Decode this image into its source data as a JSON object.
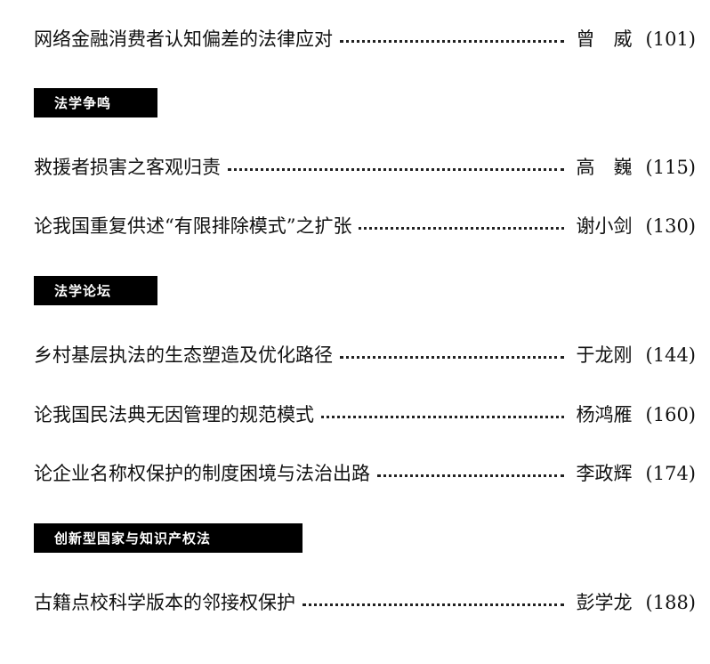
{
  "sections": [
    {
      "label": "法学争鸣"
    },
    {
      "label": "法学论坛"
    },
    {
      "label": "创新型国家与知识产权法"
    }
  ],
  "entries": [
    {
      "title": "网络金融消费者认知偏差的法律应对",
      "author": "曾　威",
      "page": "(101)"
    },
    {
      "title": "救援者损害之客观归责",
      "author": "高　巍",
      "page": "(115)"
    },
    {
      "title": "论我国重复供述“有限排除模式”之扩张",
      "author": "谢小剑",
      "page": "(130)"
    },
    {
      "title": "乡村基层执法的生态塑造及优化路径",
      "author": "于龙刚",
      "page": "(144)"
    },
    {
      "title": "论我国民法典无因管理的规范模式",
      "author": "杨鸿雁",
      "page": "(160)"
    },
    {
      "title": "论企业名称权保护的制度困境与法治出路",
      "author": "李政辉",
      "page": "(174)"
    },
    {
      "title": "古籍点校科学版本的邻接权保护",
      "author": "彭学龙",
      "page": "(188)"
    }
  ]
}
